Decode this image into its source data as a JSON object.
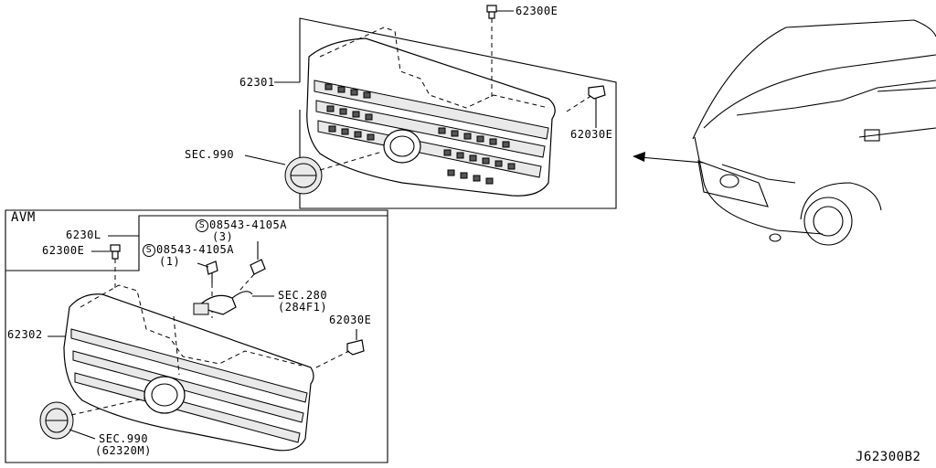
{
  "labels": {
    "top_clip": "62300E",
    "upper_grille": "62301",
    "upper_clip": "62030E",
    "upper_emblem": "SEC.990",
    "avm_box_title": "AVM",
    "avm_grille_part": "6230L",
    "avm_clip_top": "62300E",
    "screw_a_part": "08543-4105A",
    "screw_a_qty": "(3)",
    "screw_b_part": "08543-4105A",
    "screw_b_qty": "(1)",
    "camera_sec": "SEC.280",
    "camera_sub": "(284F1)",
    "avm_clip_right": "62030E",
    "lower_grille": "62302",
    "lower_emblem_sec": "SEC.990",
    "lower_emblem_sub": "(62320M)",
    "diagram_code": "J62300B2",
    "screw_symbol": "S"
  }
}
